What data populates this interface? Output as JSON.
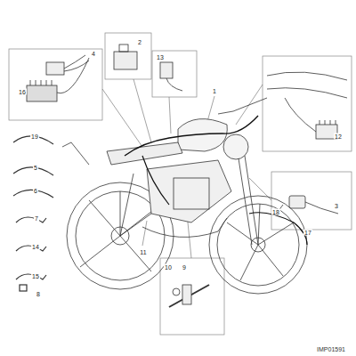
{
  "diagram": {
    "labels": [
      "4",
      "16",
      "2",
      "13",
      "1",
      "12",
      "19",
      "5",
      "6",
      "7",
      "14",
      "15",
      "8",
      "3",
      "18",
      "17",
      "11",
      "10",
      "9",
      "IMP01591"
    ]
  }
}
